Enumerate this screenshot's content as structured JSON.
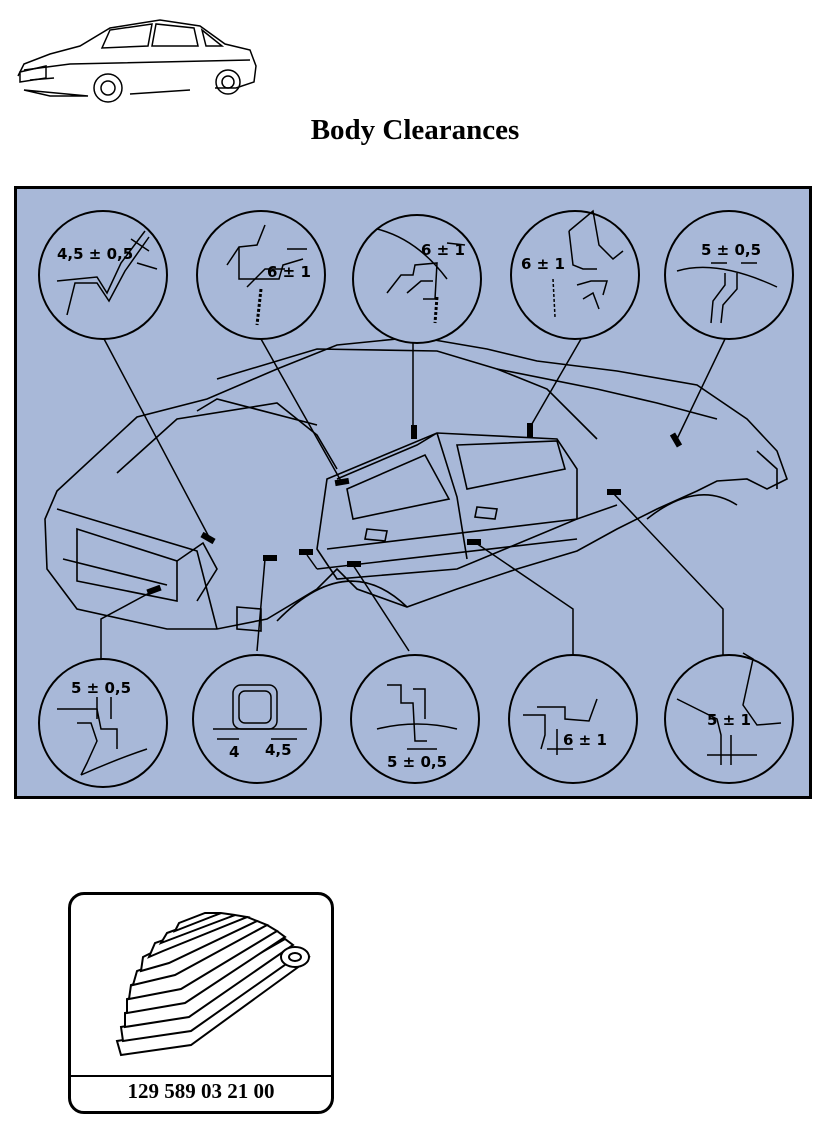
{
  "page": {
    "title": "Body Clearances"
  },
  "callouts_top": [
    {
      "label": "4,5 ± 0,5"
    },
    {
      "label": "6 ± 1"
    },
    {
      "label": "6 ± 1"
    },
    {
      "label": "6 ± 1"
    },
    {
      "label": "5 ± 0,5"
    }
  ],
  "callouts_bottom": [
    {
      "label": "5 ± 0,5"
    },
    {
      "label_left": "4",
      "label_right": "4,5"
    },
    {
      "label": "5 ± 0,5"
    },
    {
      "label": "6 ± 1"
    },
    {
      "label": "5 ± 1"
    }
  ],
  "tool": {
    "part_number": "129 589 03 21 00"
  },
  "colors": {
    "panel_background": "#a8b8d8",
    "line": "#000000"
  }
}
